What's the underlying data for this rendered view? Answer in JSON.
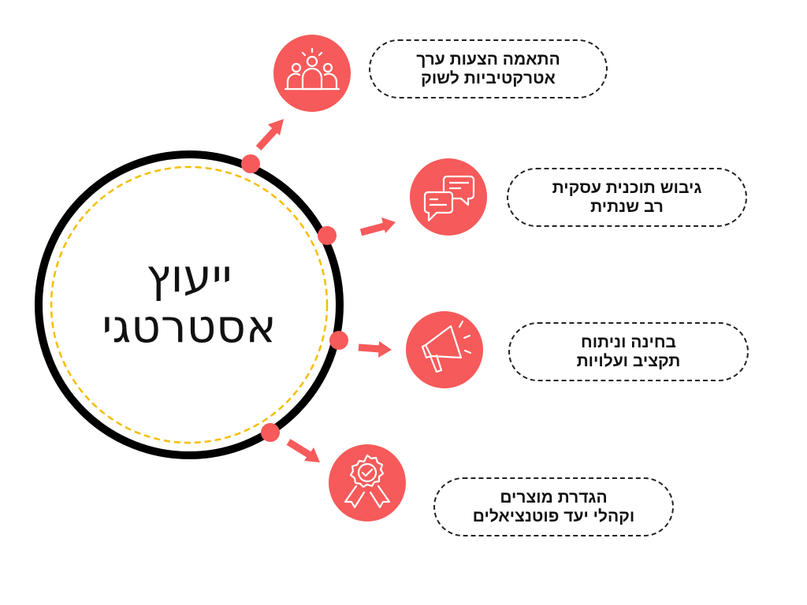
{
  "colors": {
    "accent": "#F65A5A",
    "ring": "#000000",
    "inner_dash": "#F5BE00"
  },
  "center": {
    "line1": "ייעוץ",
    "line2": "אסטרטגי"
  },
  "steps": [
    {
      "icon": "team-icon",
      "line1": "התאמה הצעות ערך",
      "line2": "אטרקטיביות לשוק"
    },
    {
      "icon": "chat-bubbles-icon",
      "line1": "גיבוש תוכנית עסקית",
      "line2": "רב שנתית"
    },
    {
      "icon": "megaphone-icon",
      "line1": "בחינה וניתוח",
      "line2": "תקציב ועלויות"
    },
    {
      "icon": "award-badge-icon",
      "line1": "הגדרת מוצרים",
      "line2": "וקהלי יעד פוטנציאלים"
    }
  ]
}
